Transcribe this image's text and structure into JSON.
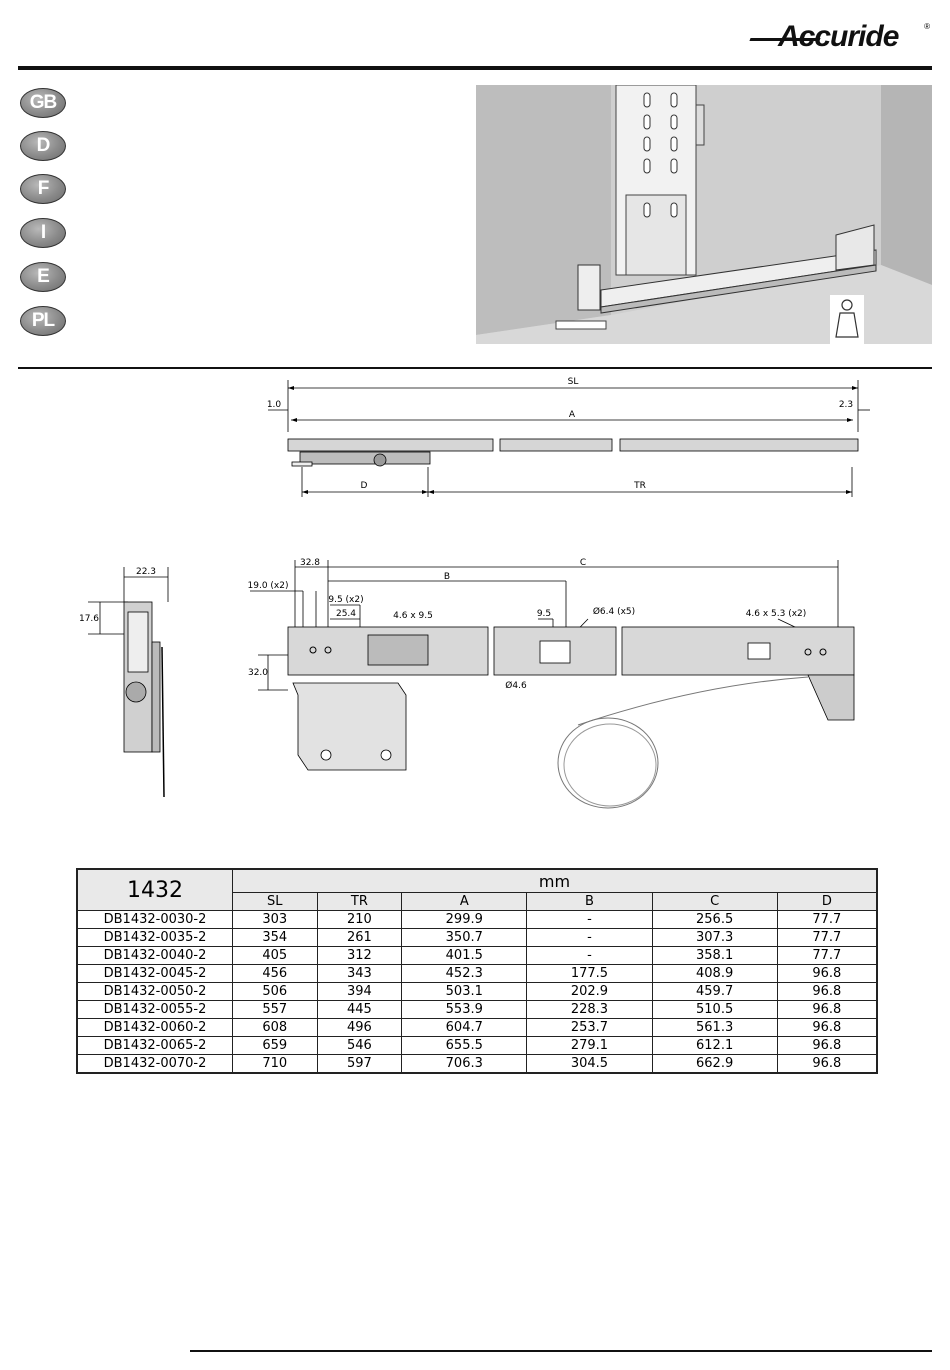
{
  "brand": {
    "name": "Accuride",
    "registered": "®"
  },
  "languages": [
    "GB",
    "D",
    "F",
    "I",
    "E",
    "PL"
  ],
  "icons": {
    "weight": "weight-icon"
  },
  "drawing_labels": {
    "sl": "SL",
    "a": "A",
    "d": "D",
    "tr": "TR",
    "b": "B",
    "c": "C",
    "left_gap": "1.0",
    "right_gap": "2.3",
    "side_width": "22.3",
    "side_height": "17.6",
    "offset_32_8": "32.8",
    "offset_19_0": "19.0 (x2)",
    "offset_9_5x2": "9.5 (x2)",
    "offset_25_4": "25.4",
    "slot": "4.6 x 9.5",
    "offset_9_5": "9.5",
    "hole_6_4": "Ø6.4 (x5)",
    "hole_4_6": "Ø4.6",
    "slot_x2": "4.6 x 5.3 (x2)",
    "height_32": "32.0"
  },
  "table": {
    "model": "1432",
    "unit": "mm",
    "columns": [
      "SL",
      "TR",
      "A",
      "B",
      "C",
      "D"
    ],
    "rows": [
      [
        "DB1432-0030-2",
        "303",
        "210",
        "299.9",
        "-",
        "256.5",
        "77.7"
      ],
      [
        "DB1432-0035-2",
        "354",
        "261",
        "350.7",
        "-",
        "307.3",
        "77.7"
      ],
      [
        "DB1432-0040-2",
        "405",
        "312",
        "401.5",
        "-",
        "358.1",
        "77.7"
      ],
      [
        "DB1432-0045-2",
        "456",
        "343",
        "452.3",
        "177.5",
        "408.9",
        "96.8"
      ],
      [
        "DB1432-0050-2",
        "506",
        "394",
        "503.1",
        "202.9",
        "459.7",
        "96.8"
      ],
      [
        "DB1432-0055-2",
        "557",
        "445",
        "553.9",
        "228.3",
        "510.5",
        "96.8"
      ],
      [
        "DB1432-0060-2",
        "608",
        "496",
        "604.7",
        "253.7",
        "561.3",
        "96.8"
      ],
      [
        "DB1432-0065-2",
        "659",
        "546",
        "655.5",
        "279.1",
        "612.1",
        "96.8"
      ],
      [
        "DB1432-0070-2",
        "710",
        "597",
        "706.3",
        "304.5",
        "662.9",
        "96.8"
      ]
    ]
  }
}
